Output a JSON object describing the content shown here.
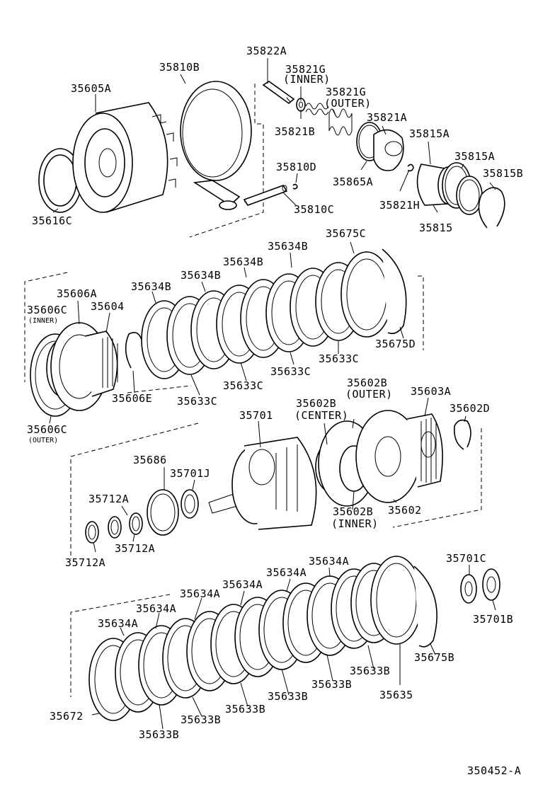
{
  "diagram_id": "350452-A",
  "labels": {
    "l35822A": "35822A",
    "l35821G_inner": "35821G",
    "l35821G_inner_sub": "(INNER)",
    "l35821G_outer": "35821G",
    "l35821G_outer_sub": "(OUTER)",
    "l35810B": "35810B",
    "l35605A": "35605A",
    "l35821B": "35821B",
    "l35821A": "35821A",
    "l35815A_1": "35815A",
    "l35815A_2": "35815A",
    "l35815B": "35815B",
    "l35810D": "35810D",
    "l35865A": "35865A",
    "l35821H": "35821H",
    "l35815": "35815",
    "l35810C": "35810C",
    "l35616C": "35616C",
    "l35675C": "35675C",
    "l35634B_1": "35634B",
    "l35634B_2": "35634B",
    "l35634B_3": "35634B",
    "l35634B_4": "35634B",
    "l35606A": "35606A",
    "l35606C_inner": "35606C",
    "l35606C_inner_sub": "(INNER)",
    "l35604": "35604",
    "l35675D": "35675D",
    "l35633C_1": "35633C",
    "l35633C_2": "35633C",
    "l35633C_3": "35633C",
    "l35633C_4": "35633C",
    "l35606E": "35606E",
    "l35606C_outer": "35606C",
    "l35606C_outer_sub": "(OUTER)",
    "l35602B_outer": "35602B",
    "l35602B_outer_sub": "(OUTER)",
    "l35603A": "35603A",
    "l35602B_center": "35602B",
    "l35602B_center_sub": "(CENTER)",
    "l35602D": "35602D",
    "l35701": "35701",
    "l35686": "35686",
    "l35701J": "35701J",
    "l35712A_1": "35712A",
    "l35712A_2": "35712A",
    "l35712A_3": "35712A",
    "l35602B_inner": "35602B",
    "l35602B_inner_sub": "(INNER)",
    "l35602": "35602",
    "l35701C": "35701C",
    "l35701B": "35701B",
    "l35634A_1": "35634A",
    "l35634A_2": "35634A",
    "l35634A_3": "35634A",
    "l35634A_4": "35634A",
    "l35634A_5": "35634A",
    "l35634A_6": "35634A",
    "l35675B": "35675B",
    "l35633B_1": "35633B",
    "l35633B_2": "35633B",
    "l35633B_3": "35633B",
    "l35633B_4": "35633B",
    "l35633B_5": "35633B",
    "l35633B_6": "35633B",
    "l35635": "35635",
    "l35672": "35672"
  }
}
